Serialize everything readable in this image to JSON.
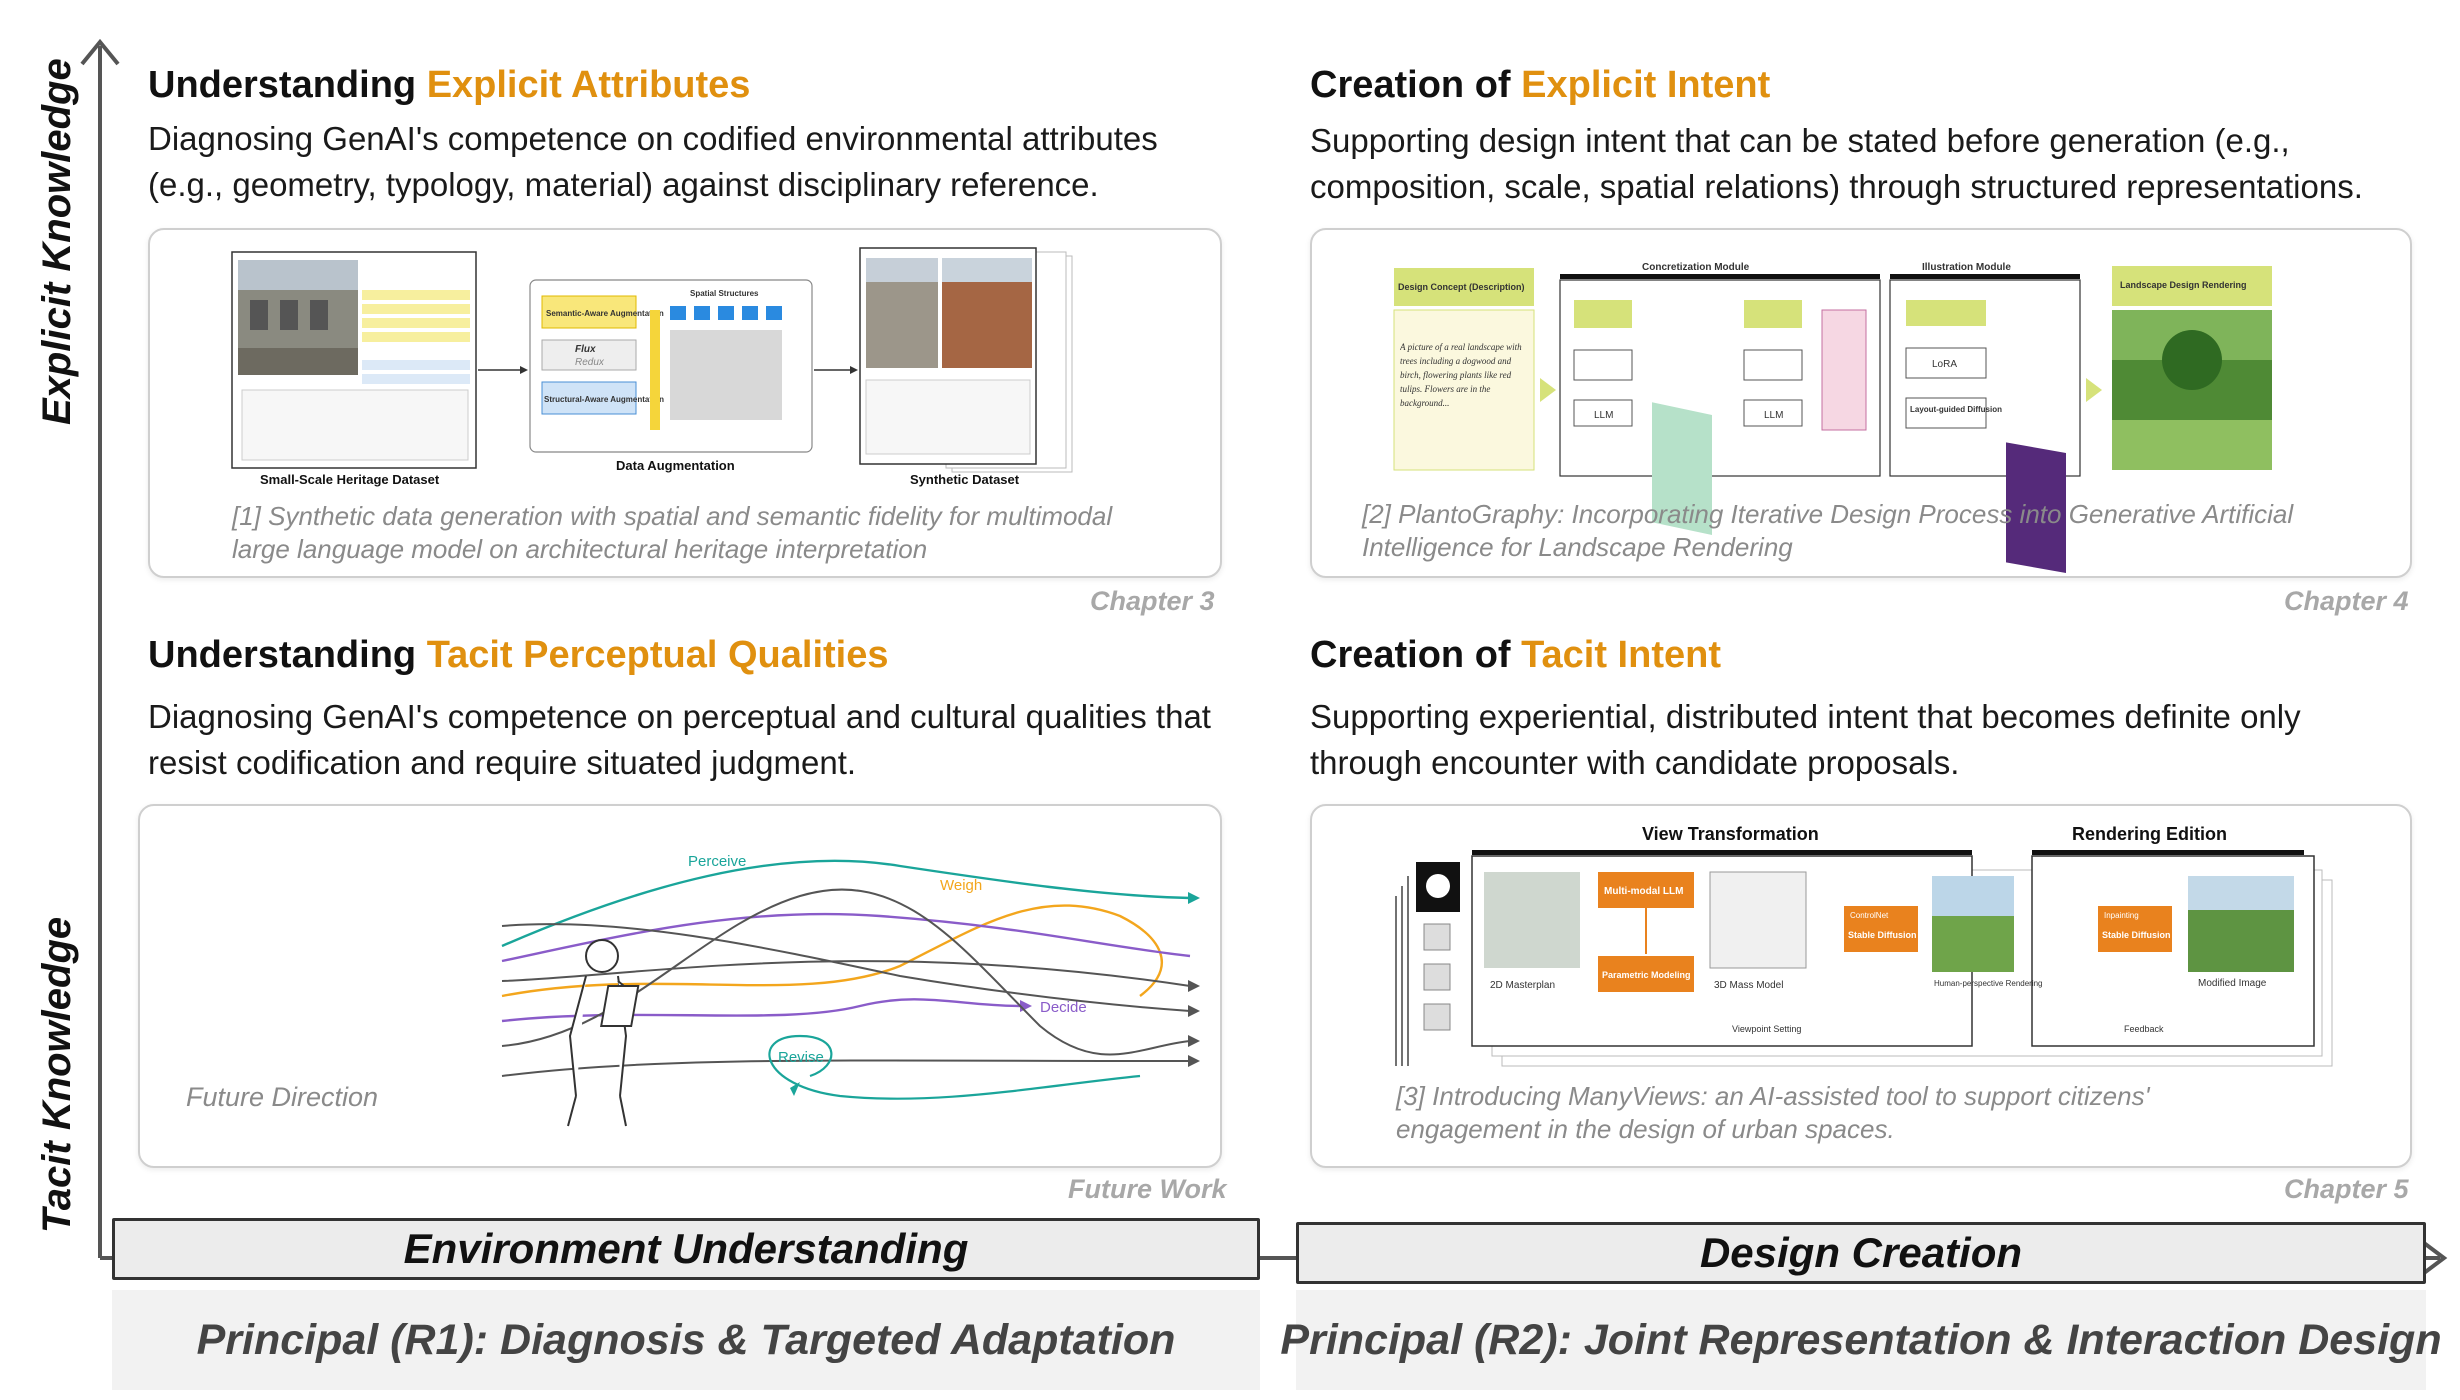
{
  "axes": {
    "y_top_label": "Explicit Knowledge",
    "y_bottom_label": "Tacit Knowledge"
  },
  "quadrants": {
    "top_left": {
      "title_prefix": "Understanding ",
      "title_accent": "Explicit Attributes",
      "description": "Diagnosing GenAI's competence on codified environmental attributes (e.g., geometry, typology, material) against disciplinary reference.",
      "caption": "[1] Synthetic data generation with spatial and semantic fidelity for multimodal large language model on architectural heritage interpretation",
      "chapter": "Chapter 3",
      "figure": {
        "left_label": "Small-Scale Heritage Dataset",
        "middle_label": "Data Augmentation",
        "right_label": "Synthetic Dataset",
        "box_semantic": "Semantic-Aware Augmentation",
        "box_structural": "Structural-Aware Augmentation",
        "flux": "Flux",
        "redux": "Redux",
        "spatial_structures": "Spatial Structures"
      }
    },
    "top_right": {
      "title_prefix": "Creation of ",
      "title_accent": "Explicit Intent",
      "description": "Supporting design intent that can be stated before generation (e.g., composition, scale, spatial relations) through structured representations.",
      "caption": "[2] PlantoGraphy: Incorporating Iterative Design Process into Generative Artificial Intelligence for Landscape Rendering",
      "chapter": "Chapter 4",
      "figure": {
        "design_concept": "Design Concept (Description)",
        "concretization": "Concretization Module",
        "illustration": "Illustration Module",
        "output": "Landscape Design Rendering",
        "llm": "LLM",
        "lora": "LoRA",
        "layout_diffusion": "Layout-guided Diffusion",
        "concept_text": "A picture of a real landscape with trees including a dogwood and birch, flowering plants like red tulips. Flowers are in the background..."
      }
    },
    "bottom_left": {
      "title_prefix": "Understanding ",
      "title_accent": "Tacit Perceptual Qualities",
      "description": "Diagnosing GenAI's competence on perceptual and cultural qualities that resist codification and require situated judgment.",
      "future_direction": "Future Direction",
      "chapter": "Future Work",
      "figure": {
        "perceive": "Perceive",
        "weigh": "Weigh",
        "decide": "Decide",
        "revise": "Revise"
      }
    },
    "bottom_right": {
      "title_prefix": "Creation of ",
      "title_accent": "Tacit Intent",
      "description": "Supporting experiential, distributed intent that becomes definite only through encounter with candidate proposals.",
      "caption": "[3] Introducing ManyViews: an AI-assisted tool to support citizens' engagement in the design of urban spaces.",
      "chapter": "Chapter 5",
      "figure": {
        "view_transformation": "View Transformation",
        "rendering_edition": "Rendering Edition",
        "masterplan": "2D Masterplan",
        "mllm": "Multi-modal LLM",
        "parametric": "Parametric Modeling",
        "mass_model": "3D Mass Model",
        "viewpoint": "Viewpoint Setting",
        "stable_diffusion_1": "Stable Diffusion",
        "controlnet": "ControlNet",
        "human_rendering": "Human-perspective Rendering",
        "inpainting": "Inpainting",
        "stable_diffusion_2": "Stable Diffusion",
        "feedback": "Feedback",
        "modified": "Modified Image"
      }
    }
  },
  "x_axis": {
    "left_bar": "Environment Understanding",
    "right_bar": "Design Creation"
  },
  "principals": {
    "left": "Principal (R1): Diagnosis & Targeted Adaptation",
    "right": "Principal (R2): Joint Representation & Interaction Design"
  },
  "colors": {
    "accent": "#e0900f",
    "fig_yellow": "#f5e98a",
    "fig_orange": "#e9821e",
    "fig_green": "#d6e27a",
    "fig_teal": "#1aa59a",
    "fig_purple": "#8a5cc9"
  }
}
